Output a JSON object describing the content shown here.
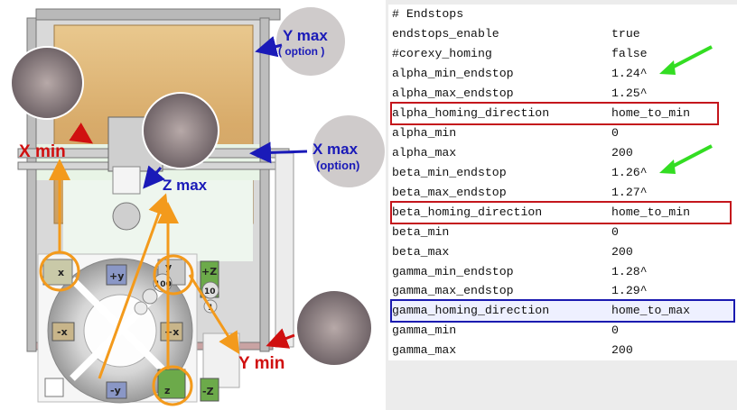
{
  "printer_labels": {
    "y_max": "Y max",
    "y_max_note": "( option )",
    "x_max": "X max",
    "x_max_note": "(option)",
    "x_min": "X min",
    "z_max": "Z max",
    "y_min": "Y min"
  },
  "jog_pad": {
    "home_x": "x",
    "home_y": "y",
    "home_z": "z",
    "plus_y": "+y",
    "minus_y": "-y",
    "minus_x": "-x",
    "plus_x": "+x",
    "plus_z": "+Z",
    "minus_z": "-Z",
    "step_100": "100",
    "step_10": "10",
    "step_1": "1"
  },
  "config": {
    "header": "# Endstops",
    "rows": [
      {
        "key": "endstops_enable",
        "value": "true"
      },
      {
        "key": "#corexy_homing",
        "value": "false"
      },
      {
        "key": "alpha_min_endstop",
        "value": "1.24^"
      },
      {
        "key": "alpha_max_endstop",
        "value": "1.25^"
      },
      {
        "key": "alpha_homing_direction",
        "value": "home_to_min"
      },
      {
        "key": "alpha_min",
        "value": "0"
      },
      {
        "key": "alpha_max",
        "value": "200"
      },
      {
        "key": "beta_min_endstop",
        "value": "1.26^"
      },
      {
        "key": "beta_max_endstop",
        "value": "1.27^"
      },
      {
        "key": "beta_homing_direction",
        "value": "home_to_min"
      },
      {
        "key": "beta_min",
        "value": "0"
      },
      {
        "key": "beta_max",
        "value": "200"
      },
      {
        "key": "gamma_min_endstop",
        "value": "1.28^"
      },
      {
        "key": "gamma_max_endstop",
        "value": "1.29^"
      },
      {
        "key": "gamma_homing_direction",
        "value": "home_to_max"
      },
      {
        "key": "gamma_min",
        "value": "0"
      },
      {
        "key": "gamma_max",
        "value": "200"
      }
    ]
  },
  "colors": {
    "red_highlight": "#c4161c",
    "blue_highlight": "#1a1ab0",
    "green_arrow": "#33dd22",
    "orange_arrow": "#f39a1c"
  }
}
